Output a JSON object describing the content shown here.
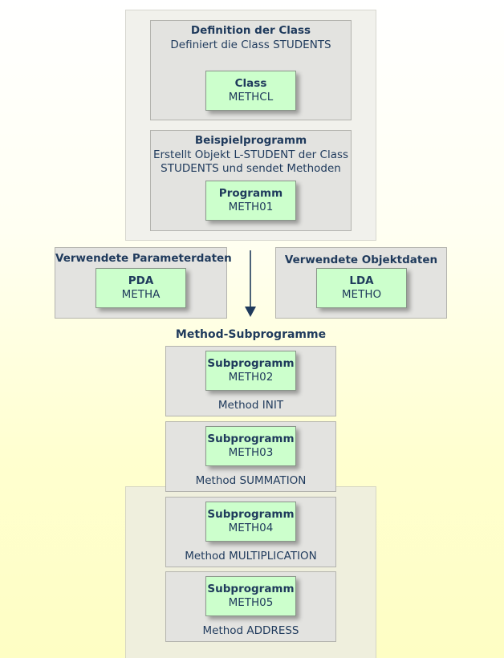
{
  "definition": {
    "title": "Definition der Class",
    "subtitle": "Definiert die Class STUDENTS",
    "node_type": "Class",
    "node_name": "METHCL"
  },
  "example": {
    "title": "Beispielprogramm",
    "line1": "Erstellt Objekt L-STUDENT der Class",
    "line2": "STUDENTS und sendet Methoden",
    "node_type": "Programm",
    "node_name": "METH01"
  },
  "parameter_data": {
    "title": "Verwendete Parameterdaten",
    "node_type": "PDA",
    "node_name": "METHA"
  },
  "object_data": {
    "title": "Verwendete Objektdaten",
    "node_type": "LDA",
    "node_name": "METHO"
  },
  "subprograms_heading": "Method-Subprogramme",
  "subprograms": [
    {
      "type": "Subprogramm",
      "name": "METH02",
      "method": "Method INIT"
    },
    {
      "type": "Subprogramm",
      "name": "METH03",
      "method": "Method SUMMATION"
    },
    {
      "type": "Subprogramm",
      "name": "METH04",
      "method": "Method MULTIPLICATION"
    },
    {
      "type": "Subprogramm",
      "name": "METH05",
      "method": "Method ADDRESS"
    }
  ],
  "colors": {
    "text": "#1f3a5c",
    "node_fill": "#ccffcc",
    "panel_fill": "#e3e3e0",
    "arrow": "#1f3a5c"
  }
}
